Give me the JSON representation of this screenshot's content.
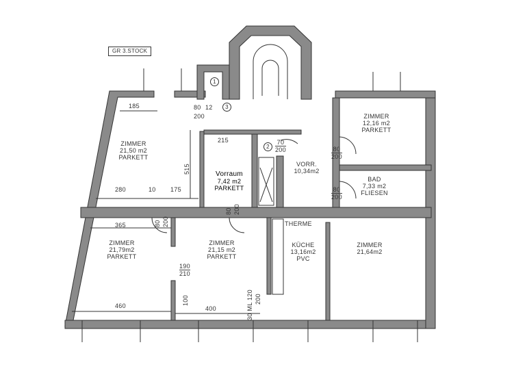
{
  "title": "GR 3.STOCK",
  "rooms": {
    "zimmer_top_left": {
      "name": "ZIMMER",
      "area": "21,50 m2",
      "floor": "PARKETT"
    },
    "vorraum": {
      "name": "Vorraum",
      "area": "7,42 m2",
      "floor": "PARKETT"
    },
    "vorr": {
      "name": "VORR.",
      "area": "10,34m2"
    },
    "zimmer_top_right": {
      "name": "ZIMMER",
      "area": "12,16 m2",
      "floor": "PARKETT"
    },
    "bad": {
      "name": "BAD",
      "area": "7,33 m2",
      "floor": "FLIESEN"
    },
    "zimmer_bottom_left": {
      "name": "ZIMMER",
      "area": "21,79m2",
      "floor": "PARKETT"
    },
    "zimmer_bottom_mid": {
      "name": "ZIMMER",
      "area": "21,15 m2",
      "floor": "PARKETT"
    },
    "kueche": {
      "name": "KÜCHE",
      "area": "13,16m2",
      "floor": "PVC",
      "appliance": "THERME"
    },
    "zimmer_bottom_right": {
      "name": "ZIMMER",
      "area": "21,64m2"
    }
  },
  "markers": [
    "1",
    "2",
    "3"
  ],
  "dimensions": {
    "d185": "185",
    "d515": "515",
    "d280": "280",
    "d10": "10",
    "d175": "175",
    "d215": "215",
    "d365": "365",
    "d460": "460",
    "d400": "400",
    "d100": "100",
    "door_wc_w": "80",
    "door_wc_12": "12",
    "door_wc_h": "200",
    "door2_w": "70",
    "door2_h": "200",
    "door_z_w": "80",
    "door_z_h": "200",
    "door_bad_w": "80",
    "door_bad_h": "200",
    "door_bl_w": "80",
    "door_bl_h": "200",
    "door_bm_w": "80",
    "door_bm_h": "200",
    "opening_w": "190",
    "opening_h": "210",
    "window_note": "30 ML 120",
    "window_h": "200"
  },
  "colors": {
    "wall": "#7a7a7a",
    "line": "#333333"
  }
}
